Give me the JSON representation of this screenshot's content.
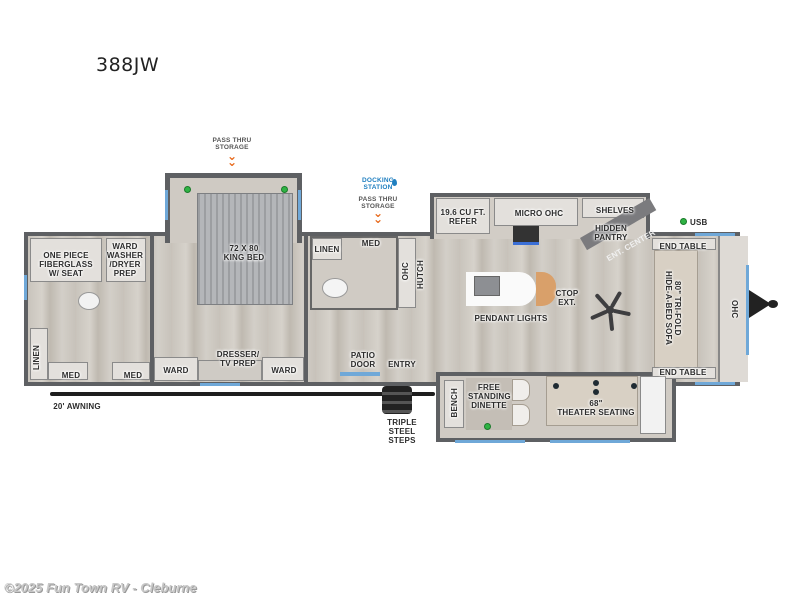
{
  "model": "388JW",
  "labels": {
    "pass_thru_storage_top": "PASS THRU\nSTORAGE",
    "docking_station": "DOCKING\nSTATION",
    "pass_thru_storage_mid": "PASS THRU\nSTORAGE",
    "shower": "ONE PIECE\nFIBERGLASS\nW/ SEAT",
    "ward_washer": "WARD\nWASHER\n/DRYER\nPREP",
    "linen_rear": "LINEN",
    "med_rear_left": "MED",
    "med_rear_right": "MED",
    "awning": "20' AWNING",
    "king_bed": "72 X 80\nKING BED",
    "ward_left": "WARD",
    "dresser": "DRESSER/\nTV PREP",
    "ward_right": "WARD",
    "linen_half_bath": "LINEN",
    "med_half_bath": "MED",
    "ohc_hutch": "OHC",
    "hutch": "HUTCH",
    "patio_door": "PATIO\nDOOR",
    "entry": "ENTRY",
    "steps": "TRIPLE\nSTEEL\nSTEPS",
    "refer": "19.6 CU FT.\nREFER",
    "micro_ohc": "MICRO  OHC",
    "shelves": "SHELVES",
    "hidden_pantry": "HIDDEN\nPANTRY",
    "ent_center": "ENT. CENTER",
    "usb": "USB",
    "end_table_top": "END TABLE",
    "sofa": "80\" TRI-FOLD\nHIDE-A-BED SOFA",
    "end_table_bottom": "END TABLE",
    "ohc_front": "OHC",
    "ctop_ext": "CTOP\nEXT.",
    "pendant_lights": "PENDANT LIGHTS",
    "bench": "BENCH",
    "dinette": "FREE\nSTANDING\nDINETTE",
    "theater_seating": "68\"\nTHEATER SEATING"
  },
  "colors": {
    "accent_orange": "#e86b1e",
    "usb_green": "#2fb344",
    "window_blue": "#6fa8d8",
    "docking_blue": "#1f7fc0"
  },
  "footer": {
    "credit": "©2025 Fun Town RV - Cleburne"
  }
}
